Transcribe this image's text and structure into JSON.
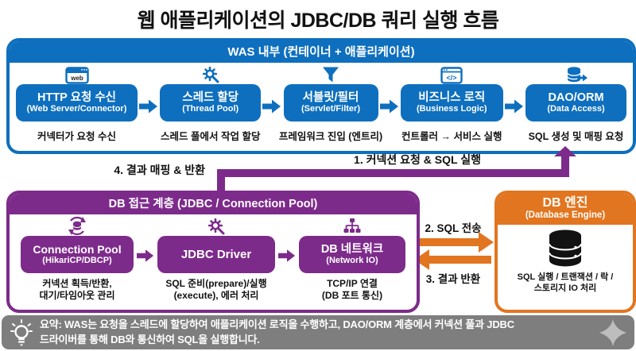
{
  "title": "웹 애플리케이션의 JDBC/DB 쿼리 실행 흐름",
  "colors": {
    "blue": "#0e6fbe",
    "purple": "#7d2b8b",
    "orange": "#e2751f",
    "gray": "#7e7e7e"
  },
  "was": {
    "header": "WAS 내부 (컨테이너 + 애플리케이션)",
    "steps": [
      {
        "icon": "web-browser-icon",
        "title": "HTTP 요청 수신",
        "subtitle": "(Web Server/Connector)",
        "caption": "커넥터가 요청 수신"
      },
      {
        "icon": "gear-wrench-icon",
        "title": "스레드 할당",
        "subtitle": "(Thread Pool)",
        "caption": "스레드 풀에서 작업 할당"
      },
      {
        "icon": "funnel-icon",
        "title": "서블릿/필터",
        "subtitle": "(Servlet/Filter)",
        "caption": "프레임워크 진입 (엔트리)"
      },
      {
        "icon": "code-window-icon",
        "title": "비즈니스 로직",
        "subtitle": "(Business Logic)",
        "caption": "컨트롤러 → 서비스 실행"
      },
      {
        "icon": "database-export-icon",
        "title": "DAO/ORM",
        "subtitle": "(Data Access)",
        "caption": "SQL 생성 및 매핑 요청"
      }
    ]
  },
  "flow_labels": {
    "request": "1. 커넥션 요청 & SQL 실행",
    "sql_send": "2. SQL 전송",
    "result_return": "3. 결과 반환",
    "result_mapping": "4. 결과 매핑 & 반환"
  },
  "db_layer": {
    "header": "DB 접근 계층 (JDBC / Connection Pool)",
    "steps": [
      {
        "icon": "database-refresh-icon",
        "title": "Connection Pool",
        "subtitle": "(HikariCP/DBCP)",
        "caption_line1": "커넥션 획득/반환,",
        "caption_line2": "대기/타임아웃 관리"
      },
      {
        "icon": "gear-wrench-icon",
        "title": "JDBC Driver",
        "subtitle": "",
        "caption_line1": "SQL 준비(prepare)/실행",
        "caption_line2": "(execute), 에러 처리"
      },
      {
        "icon": "network-tree-icon",
        "title": "DB 네트워크",
        "subtitle": "(Network IO)",
        "caption_line1": "TCP/IP 연결",
        "caption_line2": "(DB 포트 통신)"
      }
    ]
  },
  "db_engine": {
    "title": "DB 엔진",
    "subtitle": "(Database Engine)",
    "icon": "database-cylinder-icon",
    "caption_line1": "SQL 실행 / 트랜잭션 / 락 /",
    "caption_line2": "스토리지 IO 처리"
  },
  "summary": {
    "icon_left": "lightbulb-icon",
    "icon_right": "sparkle-icon",
    "line1": "요약: WAS는 요청을 스레드에 할당하여 애플리케이션 로직을 수행하고, DAO/ORM 계층에서 커넥션 풀과 JDBC",
    "line2": "드라이버를 통해 DB와 통신하여 SQL을 실행합니다."
  }
}
